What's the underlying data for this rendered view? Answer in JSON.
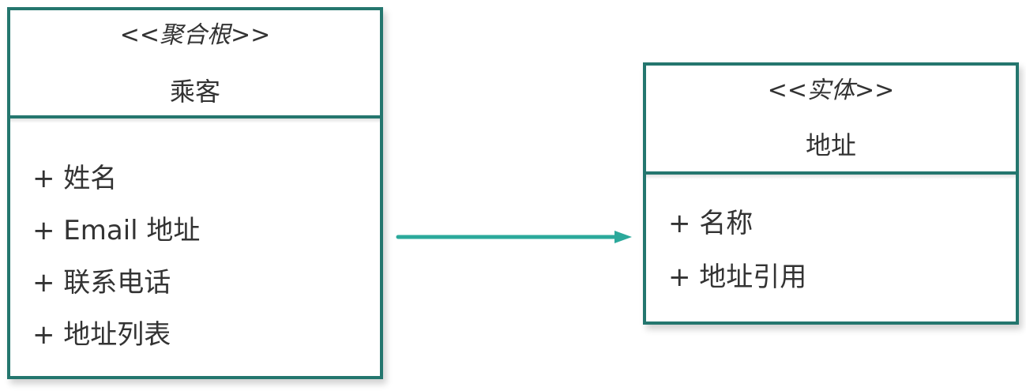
{
  "diagram": {
    "classes": [
      {
        "stereotype": "<<聚合根>>",
        "name": "乘客",
        "attributes": [
          "+ 姓名",
          "+ Email 地址",
          "+ 联系电话",
          "+ 地址列表"
        ]
      },
      {
        "stereotype": "<<实体>>",
        "name": "地址",
        "attributes": [
          "+ 名称",
          "+ 地址引用"
        ]
      }
    ],
    "relationship": {
      "type": "directed-association",
      "from": "乘客",
      "to": "地址",
      "arrowhead": "filled-triangle"
    }
  },
  "colors": {
    "class_border": "#24766e",
    "arrow": "#2ba99b",
    "text": "#333333",
    "background": "#ffffff"
  }
}
